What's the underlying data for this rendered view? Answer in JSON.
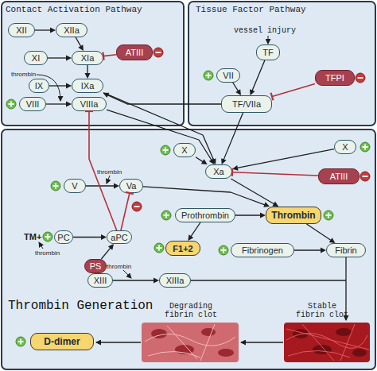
{
  "diagram": {
    "nodes": [
      {
        "text": [
          "Contact Activation Pathway"
        ]
      },
      {
        "text": [
          "XII"
        ],
        "in": 0
      },
      {
        "text": [
          "XIIa"
        ],
        "in": 0
      },
      {
        "text": [
          "XI"
        ],
        "in": 0
      },
      {
        "text": [
          "XIa"
        ],
        "in": 0
      },
      {
        "text": [
          "ATIII"
        ],
        "in": 0
      },
      {
        "text": [
          "IX"
        ],
        "in": 0
      },
      {
        "text": [
          "IXa"
        ],
        "in": 0
      },
      {
        "text": [
          "VIII"
        ],
        "in": 0
      },
      {
        "text": [
          "VIIIa"
        ],
        "in": 0
      },
      {
        "text": [
          "Tissue Factor Pathway"
        ]
      },
      {
        "text": [
          "TF"
        ],
        "in": 10
      },
      {
        "text": [
          "VII"
        ],
        "in": 10
      },
      {
        "text": [
          "TFPI"
        ],
        "in": 10
      },
      {
        "text": [
          "TF/VIIa"
        ],
        "in": 10
      },
      {
        "text": [
          "Thrombin Generation"
        ]
      },
      {
        "text": [
          "X"
        ],
        "in": 15
      },
      {
        "text": [
          "X"
        ],
        "in": 15
      },
      {
        "text": [
          "Xa"
        ],
        "in": 15
      },
      {
        "text": [
          "ATIII"
        ],
        "in": 15
      },
      {
        "text": [
          "V"
        ],
        "in": 15
      },
      {
        "text": [
          "Va"
        ],
        "in": 15
      },
      {
        "text": [
          "Prothrombin"
        ],
        "in": 15
      },
      {
        "text": [
          "Thrombin"
        ],
        "in": 15
      },
      {
        "text": [
          "PC"
        ],
        "in": 15
      },
      {
        "text": [
          "aPC"
        ],
        "in": 15
      },
      {
        "text": [
          "F1+2"
        ],
        "in": 15
      },
      {
        "text": [
          "Fibrinogen"
        ],
        "in": 15
      },
      {
        "text": [
          "Fibrin"
        ],
        "in": 15
      },
      {
        "text": [
          "PS"
        ],
        "in": 15
      },
      {
        "text": [
          "XIII"
        ],
        "in": 15
      },
      {
        "text": [
          "XIIIa"
        ],
        "in": 15
      },
      {
        "text": [
          "D-dimer"
        ],
        "in": 15
      }
    ],
    "edges": [
      {
        "from": 1,
        "to": 2,
        "arrow": "to"
      },
      {
        "from": 2,
        "to": 4,
        "arrow": "to"
      },
      {
        "from": 3,
        "to": 4,
        "arrow": "to"
      },
      {
        "from": 5,
        "to": 4,
        "arrow": "to"
      },
      {
        "from": 4,
        "to": 7,
        "arrow": "to"
      },
      {
        "from": 6,
        "to": 7,
        "arrow": "to"
      },
      {
        "from": 8,
        "to": 9,
        "arrow": "to"
      },
      {
        "from": 14,
        "to": 7,
        "arrow": "to"
      },
      {
        "from": 11,
        "to": 14,
        "arrow": "to"
      },
      {
        "from": 12,
        "to": 14,
        "arrow": "to"
      },
      {
        "from": 13,
        "to": 14,
        "arrow": "to"
      },
      {
        "from": 7,
        "to": 18,
        "arrow": "to"
      },
      {
        "from": 9,
        "to": 18,
        "arrow": "to"
      },
      {
        "from": 14,
        "to": 18,
        "arrow": "to"
      },
      {
        "from": 16,
        "to": 18,
        "arrow": "to"
      },
      {
        "from": 17,
        "to": 18,
        "arrow": "to"
      },
      {
        "from": 19,
        "to": 18,
        "arrow": "to"
      },
      {
        "from": 20,
        "to": 21,
        "arrow": "to"
      },
      {
        "from": 25,
        "to": 9,
        "arrow": "to"
      },
      {
        "from": 25,
        "to": 21,
        "arrow": "to"
      },
      {
        "from": 21,
        "to": 23,
        "arrow": "to"
      },
      {
        "from": 18,
        "to": 23,
        "arrow": "to"
      },
      {
        "from": 22,
        "to": 23,
        "arrow": "to"
      },
      {
        "from": 22,
        "to": 26,
        "arrow": "to"
      },
      {
        "from": 23,
        "to": 28,
        "arrow": "to"
      },
      {
        "from": 27,
        "to": 28,
        "arrow": "to"
      },
      {
        "from": 24,
        "to": 25,
        "arrow": "to"
      },
      {
        "from": 29,
        "to": 25,
        "arrow": "to"
      },
      {
        "from": 30,
        "to": 31,
        "arrow": "to"
      }
    ],
    "labels": [
      "thrombin",
      "vessel injury",
      "thrombin",
      "TM+",
      "thrombin",
      "thrombin",
      "Degrading fibrin clot",
      "Stable fibrin clot"
    ]
  }
}
